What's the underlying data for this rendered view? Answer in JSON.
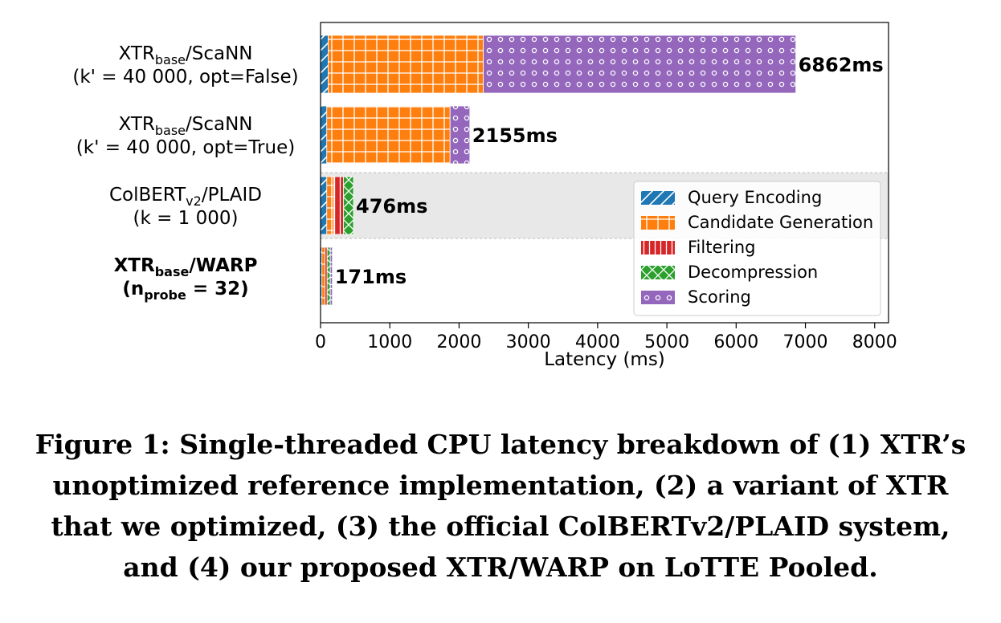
{
  "chart_data": {
    "type": "bar",
    "orientation": "horizontal",
    "stacked": true,
    "xlabel": "Latency (ms)",
    "xlim": [
      0,
      8200
    ],
    "xticks": [
      "0",
      "1000",
      "2000",
      "3000",
      "4000",
      "5000",
      "6000",
      "7000",
      "8000"
    ],
    "grid": false,
    "legend_position": "inside-bottom-right",
    "categories": [
      {
        "name": "XTR",
        "sub": "base",
        "suffix": "/ScaNN",
        "line2": "(k' = 40 000, opt=False)",
        "bold": false,
        "highlight": false
      },
      {
        "name": "XTR",
        "sub": "base",
        "suffix": "/ScaNN",
        "line2": "(k' = 40 000, opt=True)",
        "bold": false,
        "highlight": false
      },
      {
        "name": "ColBERT",
        "sub": "v2",
        "suffix": "/PLAID",
        "line2": "(k = 1 000)",
        "bold": false,
        "highlight": true
      },
      {
        "name": "XTR",
        "sub": "base",
        "suffix": "/WARP",
        "line2_pre": "(n",
        "line2_sub": "probe",
        "line2_post": " = 32)",
        "bold": true,
        "highlight": false
      }
    ],
    "series": [
      {
        "name": "Query Encoding",
        "color": "#1f77b4",
        "pattern": "diagonal",
        "values": [
          110,
          90,
          90,
          20
        ]
      },
      {
        "name": "Candidate Generation",
        "color": "#ff7f0e",
        "pattern": "grid",
        "values": [
          2240,
          1780,
          100,
          45
        ]
      },
      {
        "name": "Filtering",
        "color": "#d62728",
        "pattern": "vertical",
        "values": [
          0,
          0,
          140,
          30
        ]
      },
      {
        "name": "Decompression",
        "color": "#2ca02c",
        "pattern": "cross",
        "values": [
          0,
          0,
          146,
          46
        ]
      },
      {
        "name": "Scoring",
        "color": "#9467bd",
        "pattern": "dots",
        "values": [
          4512,
          285,
          0,
          30
        ]
      }
    ],
    "totals": [
      "6862ms",
      "2155ms",
      "476ms",
      "171ms"
    ]
  },
  "caption": "Figure 1: Single-threaded CPU latency breakdown of (1) XTR’s unoptimized reference implementation, (2) a variant of XTR that we optimized, (3) the official ColBERTv2/PLAID system, and (4) our proposed XTR/WARP on LoTTE Pooled."
}
